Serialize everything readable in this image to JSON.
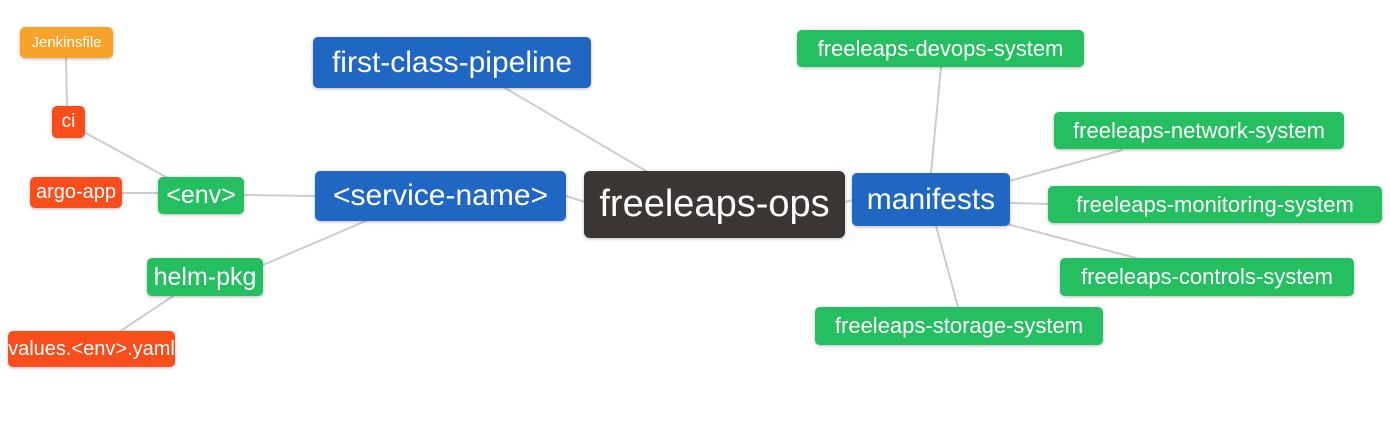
{
  "colors": {
    "node_blue": "#2066C3",
    "node_green": "#25BE60",
    "node_orange": "#F7A229",
    "node_red": "#F94D1C",
    "node_dark": "#3B3633",
    "edge_gray": "#CCCCCC",
    "text_white": "#FFFFFF",
    "background": "#FFFFFF"
  },
  "nodes": {
    "jenkinsfile": {
      "label": "Jenkinsfile",
      "color": "#F7A229"
    },
    "ci": {
      "label": "ci",
      "color": "#F94D1C"
    },
    "argo_app": {
      "label": "argo-app",
      "color": "#F94D1C"
    },
    "env": {
      "label": "<env>",
      "color": "#25BE60"
    },
    "helm_pkg": {
      "label": "helm-pkg",
      "color": "#25BE60"
    },
    "values_env_yaml": {
      "label": "values.<env>.yaml",
      "color": "#F94D1C"
    },
    "first_class_pipeline": {
      "label": "first-class-pipeline",
      "color": "#2066C3"
    },
    "service_name": {
      "label": "<service-name>",
      "color": "#2066C3"
    },
    "freeleaps_ops": {
      "label": "freeleaps-ops",
      "color": "#3B3633"
    },
    "manifests": {
      "label": "manifests",
      "color": "#2066C3"
    },
    "devops_system": {
      "label": "freeleaps-devops-system",
      "color": "#25BE60"
    },
    "network_system": {
      "label": "freeleaps-network-system",
      "color": "#25BE60"
    },
    "monitoring_system": {
      "label": "freeleaps-monitoring-system",
      "color": "#25BE60"
    },
    "controls_system": {
      "label": "freeleaps-controls-system",
      "color": "#25BE60"
    },
    "storage_system": {
      "label": "freeleaps-storage-system",
      "color": "#25BE60"
    }
  },
  "edges": [
    {
      "from": "jenkinsfile",
      "to": "ci"
    },
    {
      "from": "ci",
      "to": "env"
    },
    {
      "from": "argo_app",
      "to": "env"
    },
    {
      "from": "env",
      "to": "service_name"
    },
    {
      "from": "helm_pkg",
      "to": "service_name"
    },
    {
      "from": "values_env_yaml",
      "to": "helm_pkg"
    },
    {
      "from": "first_class_pipeline",
      "to": "freeleaps_ops"
    },
    {
      "from": "service_name",
      "to": "freeleaps_ops"
    },
    {
      "from": "freeleaps_ops",
      "to": "manifests"
    },
    {
      "from": "manifests",
      "to": "devops_system"
    },
    {
      "from": "manifests",
      "to": "network_system"
    },
    {
      "from": "manifests",
      "to": "monitoring_system"
    },
    {
      "from": "manifests",
      "to": "controls_system"
    },
    {
      "from": "manifests",
      "to": "storage_system"
    }
  ]
}
